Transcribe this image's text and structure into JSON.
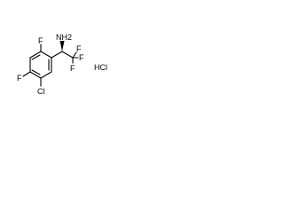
{
  "molecule": {
    "atoms": {
      "nh2": "NH2",
      "f_top": "F",
      "f_left": "F",
      "cl": "Cl",
      "cf3_f1": "F",
      "cf3_f2": "F",
      "cf3_f3": "F",
      "salt": "HCl"
    }
  }
}
